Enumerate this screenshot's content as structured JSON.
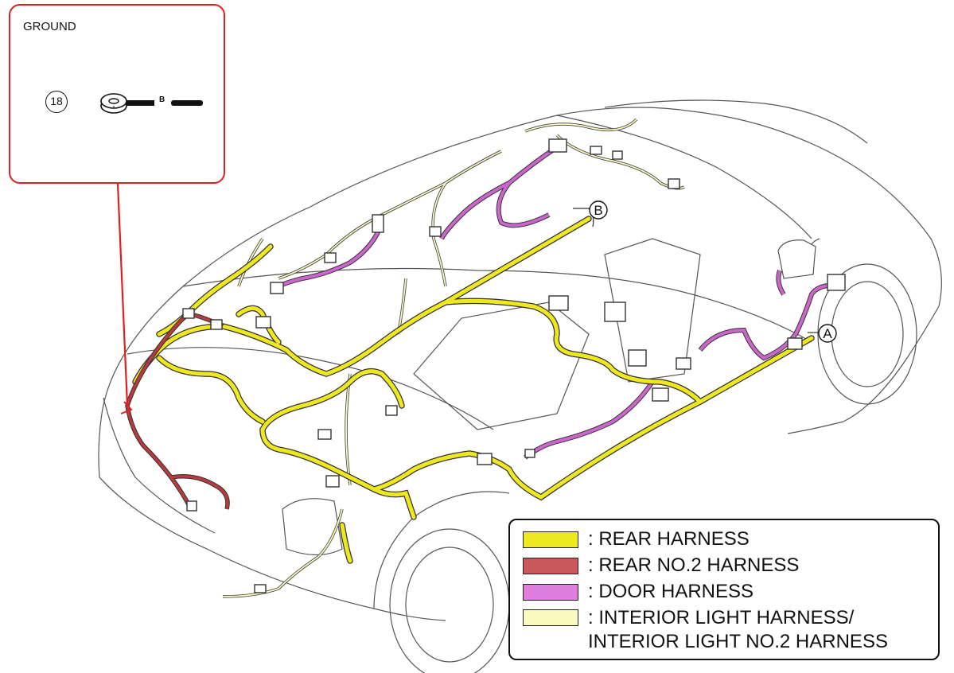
{
  "callout": {
    "title": "GROUND",
    "ground_number": "18",
    "bolt_label": "B"
  },
  "markers": {
    "a": "A",
    "b": "B"
  },
  "legend": {
    "items": [
      {
        "lines": [
          ": REAR HARNESS"
        ],
        "color": "#f0e81e"
      },
      {
        "lines": [
          ": REAR NO.2 HARNESS"
        ],
        "color": "#c8585a"
      },
      {
        "lines": [
          ": DOOR HARNESS"
        ],
        "color": "#e07ee0"
      },
      {
        "lines": [
          ": INTERIOR LIGHT HARNESS/",
          "INTERIOR LIGHT NO.2 HARNESS"
        ],
        "color": "#fafac0"
      }
    ]
  },
  "colors": {
    "rear_harness": "#f0e81e",
    "rear_no2_harness": "#b83a3e",
    "door_harness": "#cc66cc",
    "interior_light_harness": "#ecec9a",
    "callout_border": "#e02020"
  }
}
